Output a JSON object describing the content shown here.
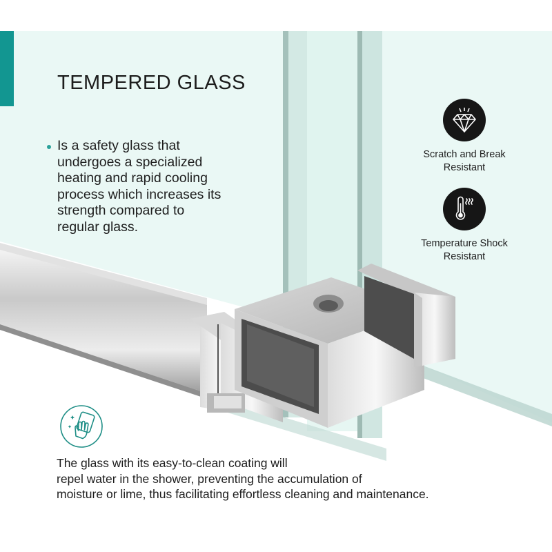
{
  "header": {
    "title": "TEMPERED GLASS",
    "accent_color": "#129691"
  },
  "description": {
    "bullet_icon": "bullet-dot",
    "lines": [
      "Is a safety glass that",
      "undergoes a specialized",
      "heating and rapid cooling",
      "process which increases its",
      "strength compared to",
      "regular glass."
    ]
  },
  "features": [
    {
      "icon": "diamond-icon",
      "label_line1": "Scratch and Break",
      "label_line2": "Resistant"
    },
    {
      "icon": "thermometer-heat-icon",
      "label_line1": "Temperature Shock",
      "label_line2": "Resistant"
    }
  ],
  "cleaning": {
    "icon": "hand-wipe-icon",
    "icon_color": "#1e8e86",
    "lines": [
      "The glass with its easy-to-clean coating will",
      "repel water in the shower, preventing the accumulation of",
      "moisture or lime, thus facilitating effortless cleaning and maintenance."
    ]
  },
  "colors": {
    "glass_tint": "#eaf8f5",
    "background": "#ffffff",
    "icon_circle": "#161616"
  }
}
